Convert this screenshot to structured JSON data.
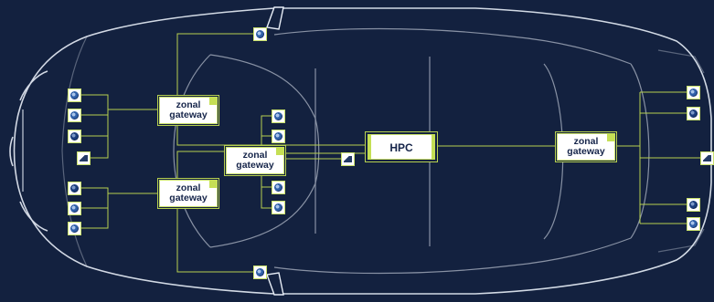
{
  "diagram": {
    "hpc_label": "HPC",
    "gateway_label_line1": "zonal",
    "gateway_label_line2": "gateway",
    "colors": {
      "background": "#13213f",
      "wire": "#b7d04f",
      "car_outline": "#e8eef7",
      "box_fill": "#ffffff",
      "box_text": "#16254a",
      "accent_tab": "#c5df55"
    },
    "nodes": [
      {
        "name": "gateway-front-left",
        "kind": "zonal gateway"
      },
      {
        "name": "gateway-rear-left",
        "kind": "zonal gateway"
      },
      {
        "name": "gateway-center",
        "kind": "zonal gateway"
      },
      {
        "name": "gateway-right",
        "kind": "zonal gateway"
      },
      {
        "name": "hpc",
        "kind": "HPC"
      }
    ],
    "ecu_icon": "ecu-sensor-icon",
    "chip_icon": "chip-icon"
  }
}
